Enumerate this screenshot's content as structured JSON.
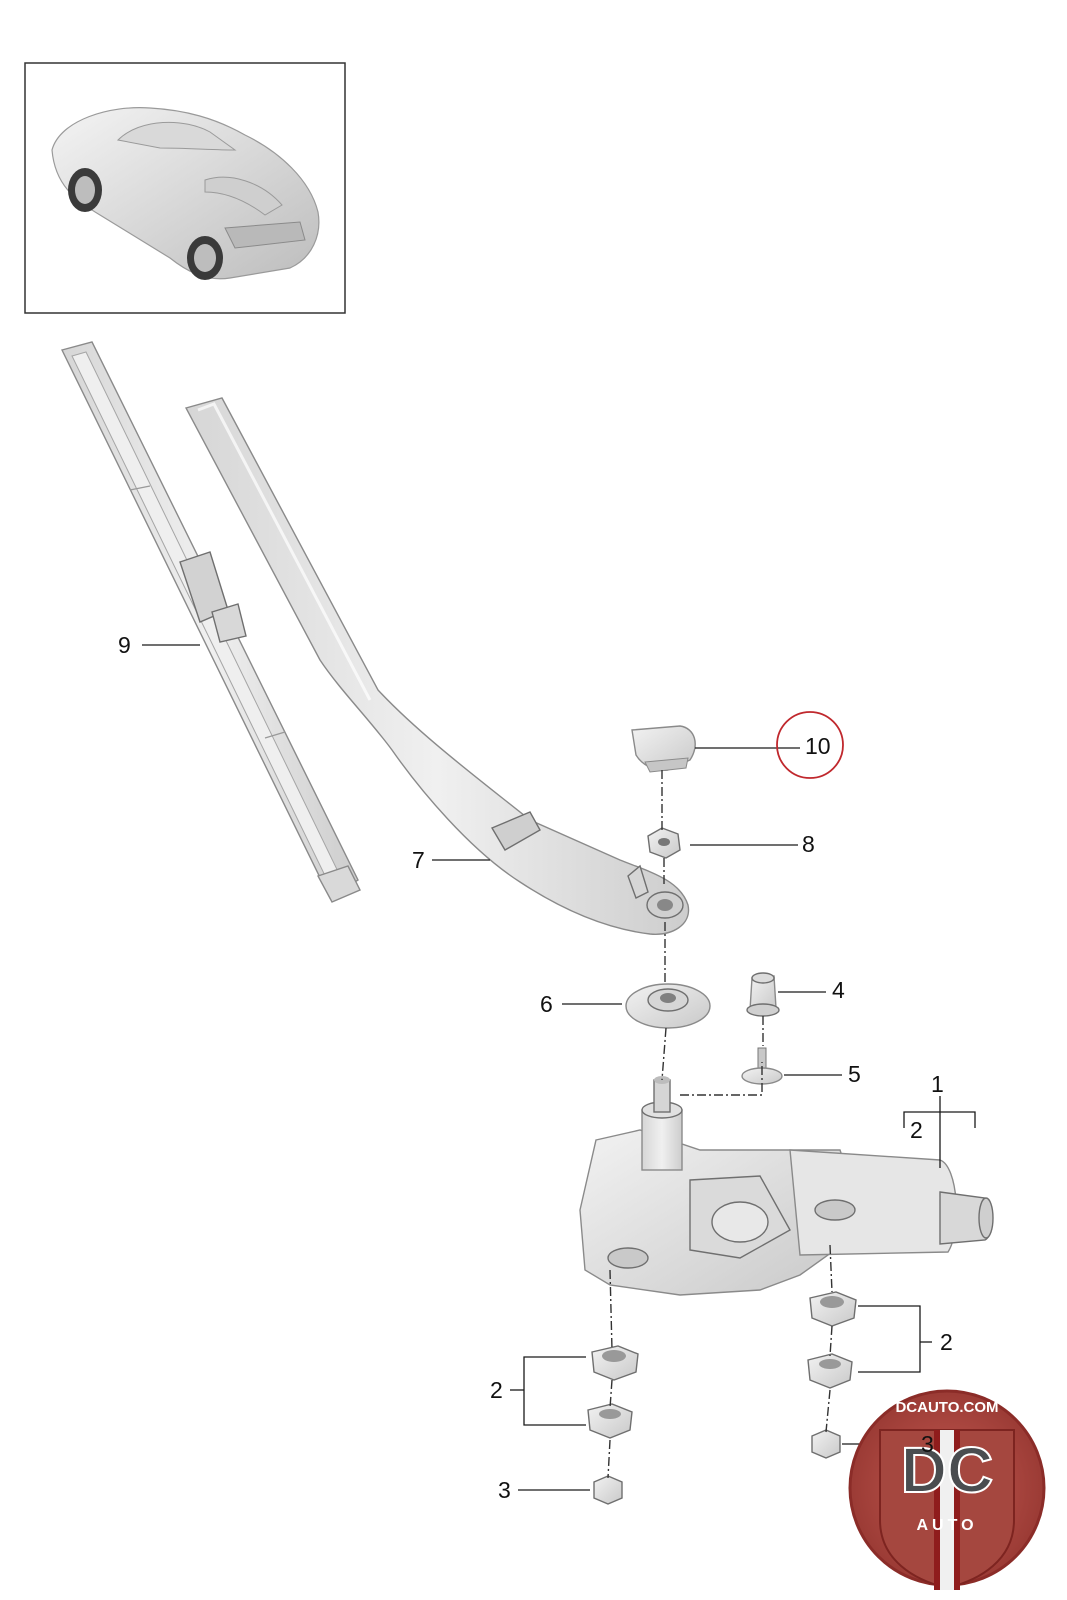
{
  "diagram": {
    "callouts": {
      "c1": "1",
      "c2_top": "2",
      "c2_left": "2",
      "c2_right": "2",
      "c3_left": "3",
      "c3_right": "3",
      "c4": "4",
      "c5": "5",
      "c6": "6",
      "c7": "7",
      "c8": "8",
      "c9": "9",
      "c10": "10"
    },
    "highlighted_callout": "10",
    "highlight_color": "#c0282d"
  },
  "watermark": {
    "site": "DCAUTO.COM",
    "letters": "DC",
    "sub": "AUTO",
    "colors": {
      "ring": "#b63a36",
      "field": "#a7443d",
      "stripe": "#8f1c1c",
      "letter": "#4a4d50"
    }
  },
  "colors": {
    "part_fill": "#e4e4e4",
    "part_shade": "#cfcfcf",
    "line": "#1a1a1a"
  }
}
